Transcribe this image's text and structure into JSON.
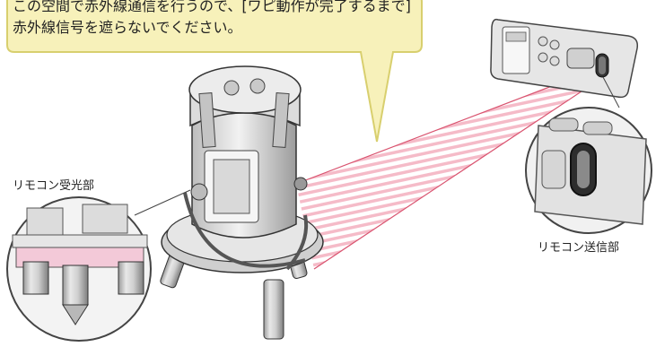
{
  "callout": {
    "line1": "この空間で赤外線通信を行うので、[ワピ動作が完了するまで]",
    "line2": "赤外線信号を遮らないでください。"
  },
  "labels": {
    "receiver": "リモコン受光部",
    "transmitter": "リモコン送信部"
  },
  "colors": {
    "callout_fill": "#f7f1ba",
    "callout_border": "#d8cf6e",
    "beam_stripe": "#f2a8b8",
    "receiver_highlight": "#f3c9d8"
  }
}
